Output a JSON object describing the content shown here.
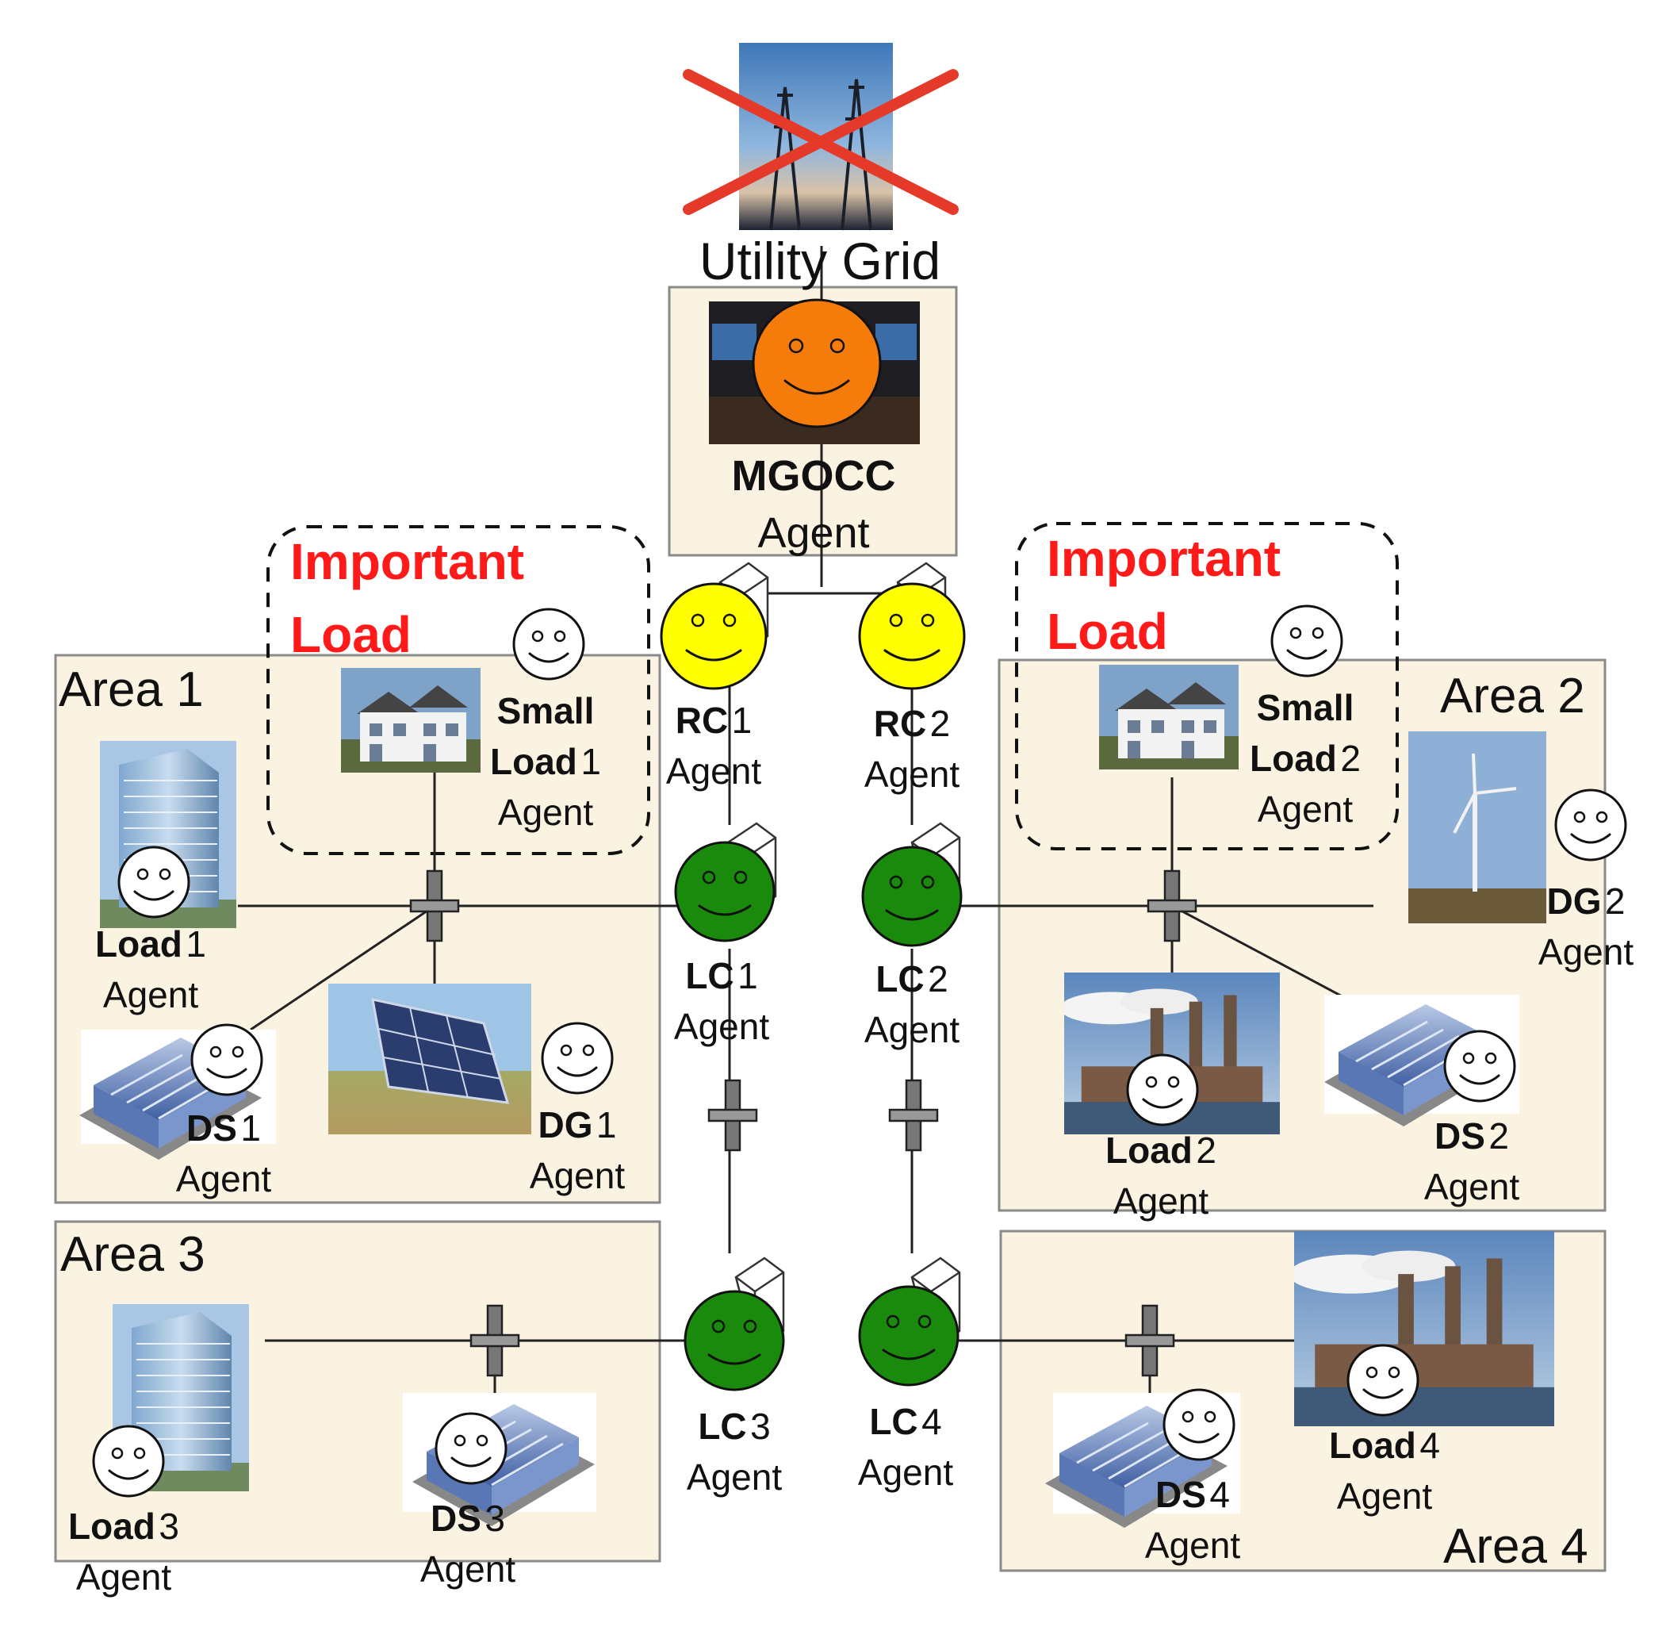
{
  "utility_grid": {
    "label": "Utility Grid"
  },
  "mgocc": {
    "name": "MGOCC",
    "role": "Agent"
  },
  "important_load": {
    "line1": "Important",
    "line2": "Load"
  },
  "areas": {
    "area1": "Area 1",
    "area2": "Area 2",
    "area3": "Area 3",
    "area4": "Area 4"
  },
  "rc1": {
    "code": "RC",
    "num": "1",
    "role": "Agent"
  },
  "rc2": {
    "code": "RC",
    "num": "2",
    "role": "Agent"
  },
  "lc1": {
    "code": "LC",
    "num": "1",
    "role": "Agent"
  },
  "lc2": {
    "code": "LC",
    "num": "2",
    "role": "Agent"
  },
  "lc3": {
    "code": "LC",
    "num": "3",
    "role": "Agent"
  },
  "lc4": {
    "code": "LC",
    "num": "4",
    "role": "Agent"
  },
  "small_load1": {
    "line1": "Small",
    "code": "Load",
    "num": "1",
    "role": "Agent"
  },
  "small_load2": {
    "line1": "Small",
    "code": "Load",
    "num": "2",
    "role": "Agent"
  },
  "load1": {
    "code": "Load",
    "num": "1",
    "role": "Agent"
  },
  "load2": {
    "code": "Load",
    "num": "2",
    "role": "Agent"
  },
  "load3": {
    "code": "Load",
    "num": "3",
    "role": "Agent"
  },
  "load4": {
    "code": "Load",
    "num": "4",
    "role": "Agent"
  },
  "ds1": {
    "code": "DS",
    "num": "1",
    "role": "Agent"
  },
  "ds2": {
    "code": "DS",
    "num": "2",
    "role": "Agent"
  },
  "ds3": {
    "code": "DS",
    "num": "3",
    "role": "Agent"
  },
  "ds4": {
    "code": "DS",
    "num": "4",
    "role": "Agent"
  },
  "dg1": {
    "code": "DG",
    "num": "1",
    "role": "Agent"
  },
  "dg2": {
    "code": "DG",
    "num": "2",
    "role": "Agent"
  },
  "colors": {
    "mgocc_agent": "#f57c0a",
    "rc_agent": "#ffff00",
    "lc_agent": "#1a8a0c",
    "important_load_text": "#ff1a1a",
    "area_fill": "#fbf3e2",
    "grid_cross": "#e53a2a"
  },
  "icons": [
    "utility-grid-photo",
    "control-center-photo",
    "house-photo",
    "building-photo",
    "solar-panel-photo",
    "wind-turbine-photo",
    "factory-photo",
    "storage-unit-photo",
    "smiley-agent-icon",
    "circuit-breaker-icon",
    "device-box-icon"
  ]
}
